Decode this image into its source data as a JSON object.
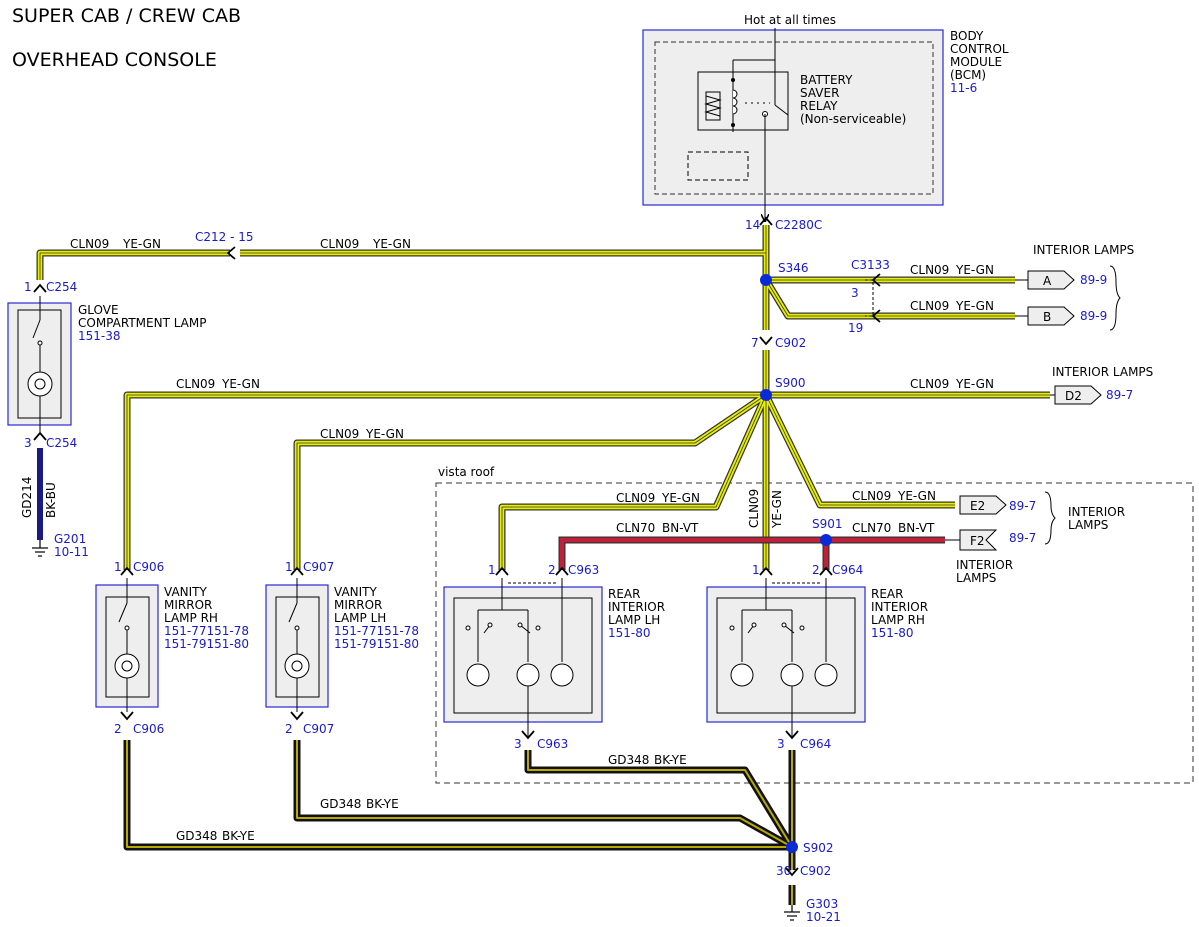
{
  "title": {
    "line1": "SUPER CAB / CREW CAB",
    "line2": "OVERHEAD CONSOLE"
  },
  "bcm": {
    "hot": "Hot at all times",
    "name": [
      "BODY",
      "CONTROL",
      "MODULE",
      "(BCM)"
    ],
    "ref": "11-6",
    "relay": [
      "BATTERY",
      "SAVER",
      "RELAY",
      "(Non-serviceable)"
    ],
    "pin": "14",
    "conn": "C2280C"
  },
  "wires": {
    "cln09": "CLN09",
    "ye_gn": "YE-GN",
    "cln70": "CLN70",
    "bn_vt": "BN-VT",
    "gd348": "GD348",
    "bk_ye": "BK-YE",
    "gd214": "GD214",
    "bk_bu": "BK-BU"
  },
  "splices": {
    "s346": "S346",
    "s900": "S900",
    "s901": "S901",
    "s902": "S902"
  },
  "connectors": {
    "c212": "C212 - 15",
    "c254": "C254",
    "c254_pin_top": "1",
    "c254_pin_bot": "3",
    "c3133": "C3133",
    "c3133_pin_a": "3",
    "c3133_pin_b": "19",
    "c902": "C902",
    "c902_pin_top": "7",
    "c902_pin_bot": "30",
    "c906": "C906",
    "c907": "C907",
    "c963": "C963",
    "c964": "C964",
    "pin1": "1",
    "pin2": "2",
    "pin3": "3"
  },
  "grounds": {
    "g201": "G201",
    "g201_ref": "10-11",
    "g303": "G303",
    "g303_ref": "10-21"
  },
  "components": {
    "glove": {
      "lines": [
        "GLOVE",
        "COMPARTMENT LAMP"
      ],
      "ref": "151-38"
    },
    "vanity_rh": {
      "lines": [
        "VANITY",
        "MIRROR",
        "LAMP RH"
      ],
      "refs": [
        "151-77151-78",
        "151-79151-80"
      ]
    },
    "vanity_lh": {
      "lines": [
        "VANITY",
        "MIRROR",
        "LAMP LH"
      ],
      "refs": [
        "151-77151-78",
        "151-79151-80"
      ]
    },
    "rear_lh": {
      "lines": [
        "REAR",
        "INTERIOR",
        "LAMP LH"
      ],
      "ref": "151-80"
    },
    "rear_rh": {
      "lines": [
        "REAR",
        "INTERIOR",
        "LAMP RH"
      ],
      "ref": "151-80"
    }
  },
  "interior_lamps": {
    "label": "INTERIOR LAMPS",
    "label_split": [
      "INTERIOR",
      "LAMPS"
    ],
    "a": "A",
    "a_ref": "89-9",
    "b": "B",
    "b_ref": "89-9",
    "d2": "D2",
    "d2_ref": "89-7",
    "e2": "E2",
    "e2_ref": "89-7",
    "f2": "F2",
    "f2_ref": "89-7"
  },
  "vista_roof": "vista roof",
  "colors": {
    "yellow": "#e8f000",
    "wire_dark": "#333333",
    "red": "#c0203a",
    "navy": "#1a1a80",
    "blue_text": "#1a1acc",
    "splice": "#0a2ad8",
    "box_fill": "#eeeeee",
    "box_stroke": "#2a2ad0"
  }
}
